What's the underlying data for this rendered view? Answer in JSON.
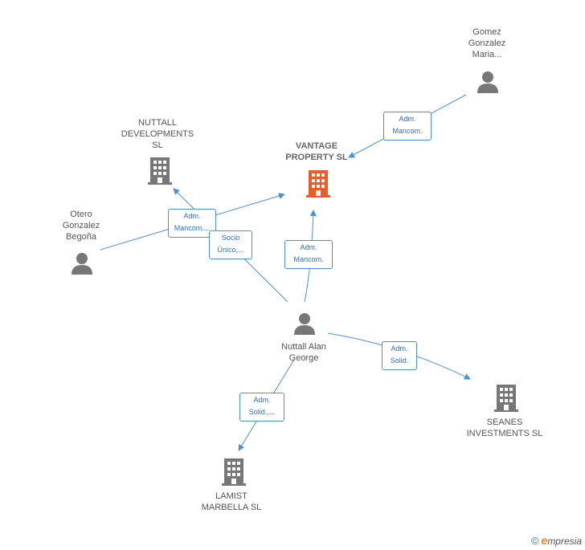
{
  "colors": {
    "edge": "#4a90d9",
    "person": "#777777",
    "company": "#777777",
    "focus": "#f05a28"
  },
  "nodes": [
    {
      "id": "gomez",
      "kind": "person",
      "label": "Gomez\nGonzalez\nMaria..."
    },
    {
      "id": "nuttall_dev",
      "kind": "company",
      "label": "NUTTALL\nDEVELOPMENTS\nSL"
    },
    {
      "id": "vantage",
      "kind": "focus",
      "label": "VANTAGE\nPROPERTY SL"
    },
    {
      "id": "otero",
      "kind": "person",
      "label": "Otero\nGonzalez\nBegoña"
    },
    {
      "id": "nuttall_alan",
      "kind": "person",
      "label": "Nuttall Alan\nGeorge"
    },
    {
      "id": "seanes",
      "kind": "company",
      "label": "SEANES\nINVESTMENTS SL"
    },
    {
      "id": "lamist",
      "kind": "company",
      "label": "LAMIST\nMARBELLA SL"
    }
  ],
  "edges": [
    {
      "id": "e1",
      "label": "Adm.\nMancom."
    },
    {
      "id": "e2",
      "label": "Adm.\nMancom...."
    },
    {
      "id": "e3",
      "label": "Socio\nÚnico,..."
    },
    {
      "id": "e4",
      "label": "Adm.\nMancom."
    },
    {
      "id": "e5",
      "label": "Adm.\nSolid."
    },
    {
      "id": "e6",
      "label": "Adm.\nSolid.,..."
    }
  ],
  "footer": {
    "copyright": "©",
    "brand_initial": "e",
    "brand_rest": "mpresia"
  }
}
